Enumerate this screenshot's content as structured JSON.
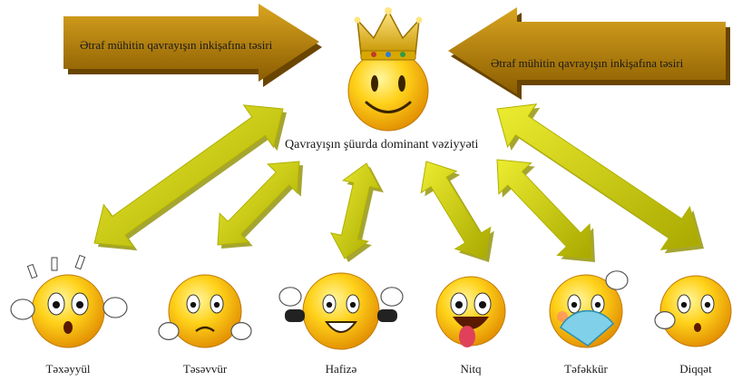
{
  "top_arrows": {
    "left_text": "Ətraf mühitin qavrayışın inkişafına təsiri",
    "right_text": "Ətraf mühitin qavrayışın inkişafına təsiri"
  },
  "center": {
    "icon": "king-smiley-crown-icon",
    "caption": "Qavrayışın şüurda dominant vəziyyəti"
  },
  "faces": [
    {
      "label": "Təxəyyül",
      "icon": "surprised-face-icon"
    },
    {
      "label": "Təsəvvür",
      "icon": "worried-face-icon"
    },
    {
      "label": "Hafizə",
      "icon": "strong-face-icon"
    },
    {
      "label": "Nitq",
      "icon": "laughing-face-icon"
    },
    {
      "label": "Təfəkkür",
      "icon": "fan-face-icon"
    },
    {
      "label": "Diqqət",
      "icon": "thumbs-up-face-icon"
    }
  ],
  "colors": {
    "top_arrow": "#b8860b",
    "top_arrow_dark": "#7a5200",
    "double_arrow": "#d4d400",
    "double_arrow_dark": "#8f8f00",
    "face_yellow": "#ffd21a",
    "face_orange": "#f2a000"
  }
}
